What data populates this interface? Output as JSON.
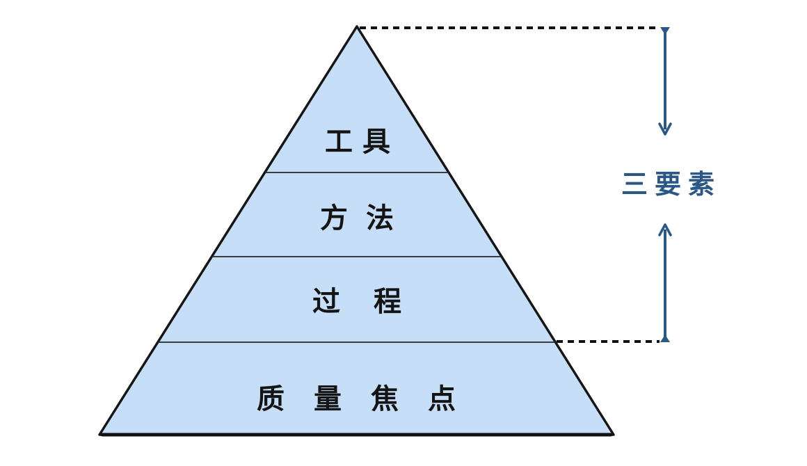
{
  "diagram": {
    "type": "pyramid",
    "levels": [
      {
        "id": "tools",
        "label": "工具"
      },
      {
        "id": "methods",
        "label": "方法"
      },
      {
        "id": "process",
        "label": "过程"
      },
      {
        "id": "quality-focus",
        "label": "质量焦点"
      }
    ],
    "annotation": {
      "label": "三要素"
    }
  },
  "colors": {
    "pyramid_fill": "#c6def7",
    "outline": "#151515",
    "accent": "#2a5784",
    "label_text": "#141414"
  }
}
